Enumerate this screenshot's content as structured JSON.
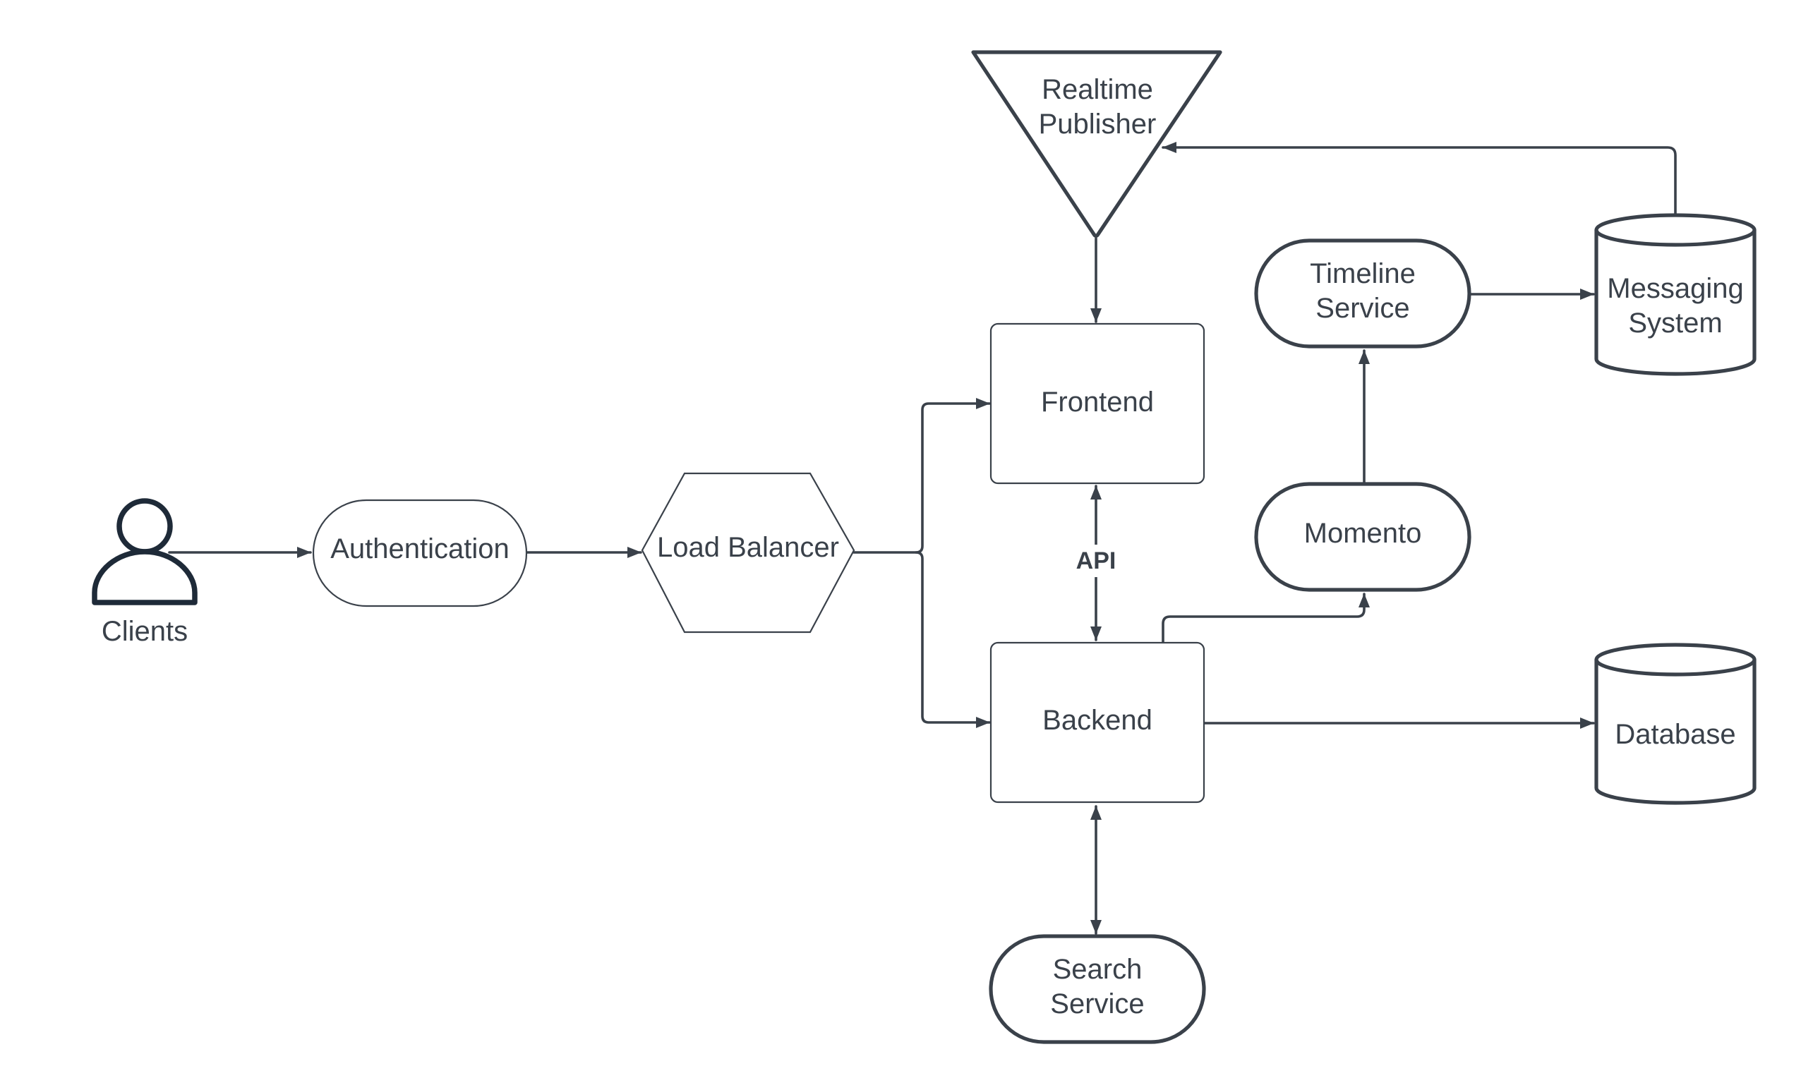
{
  "diagram": {
    "nodes": {
      "clients": "Clients",
      "authentication": "Authentication",
      "load_balancer": "Load Balancer",
      "frontend": "Frontend",
      "backend": "Backend",
      "realtime_publisher": [
        "Realtime",
        "Publisher"
      ],
      "timeline_service": [
        "Timeline",
        "Service"
      ],
      "messaging_system": [
        "Messaging",
        "System"
      ],
      "momento": "Momento",
      "database": "Database",
      "search_service": [
        "Search",
        "Service"
      ]
    },
    "edges": [
      {
        "from": "clients",
        "to": "authentication"
      },
      {
        "from": "authentication",
        "to": "load_balancer"
      },
      {
        "from": "load_balancer",
        "to": "frontend"
      },
      {
        "from": "load_balancer",
        "to": "backend"
      },
      {
        "from": "realtime_publisher",
        "to": "frontend"
      },
      {
        "from": "frontend",
        "to": "backend",
        "bidirectional": true,
        "label": "API"
      },
      {
        "from": "backend",
        "to": "momento"
      },
      {
        "from": "momento",
        "to": "timeline_service"
      },
      {
        "from": "timeline_service",
        "to": "messaging_system"
      },
      {
        "from": "messaging_system",
        "to": "realtime_publisher"
      },
      {
        "from": "backend",
        "to": "database"
      },
      {
        "from": "backend",
        "to": "search_service",
        "bidirectional": true
      }
    ],
    "edge_labels": {
      "api": "API"
    },
    "colors": {
      "stroke": "#3a414a",
      "person_icon": "#1e2a38",
      "background": "#ffffff"
    }
  }
}
